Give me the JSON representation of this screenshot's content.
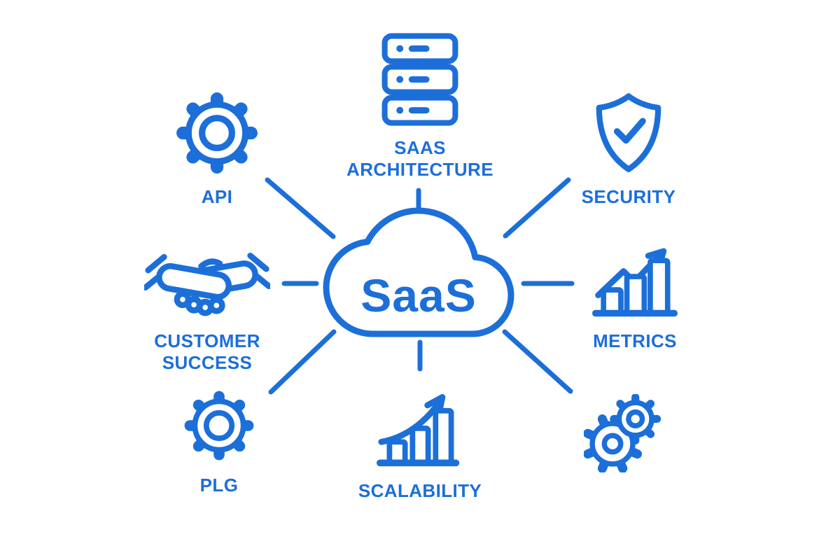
{
  "title": "SaaS concept diagram",
  "colors": {
    "accent": "#1c6fd8",
    "background": "#ffffff"
  },
  "center": {
    "label": "SaaS",
    "icon": "cloud-icon"
  },
  "nodes": [
    {
      "id": "saas-architecture",
      "label": "SAAS\nARCHITECTURE",
      "icon": "server-stack-icon"
    },
    {
      "id": "api",
      "label": "API",
      "icon": "gear-icon"
    },
    {
      "id": "security",
      "label": "SECURITY",
      "icon": "shield-check-icon"
    },
    {
      "id": "customer-success",
      "label": "CUSTOMER\nSUCCESS",
      "icon": "handshake-icon"
    },
    {
      "id": "metrics",
      "label": "METRICS",
      "icon": "bar-chart-arrow-icon"
    },
    {
      "id": "plg",
      "label": "PLG",
      "icon": "gear-icon"
    },
    {
      "id": "scalability",
      "label": "SCALABILITY",
      "icon": "growth-chart-icon"
    },
    {
      "id": "automation",
      "label": "",
      "icon": "double-gear-icon"
    }
  ]
}
